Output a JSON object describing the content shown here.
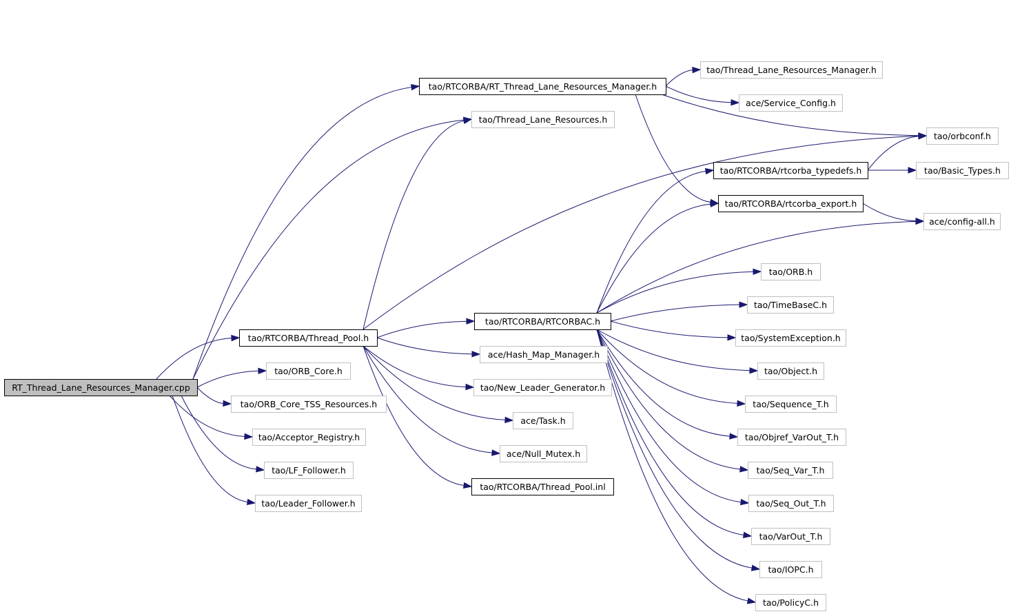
{
  "colors": {
    "edge": "#191970",
    "root_fill": "#bfbfbf",
    "root_border": "#000000",
    "documented_border": "#000000",
    "undocumented_border": "#bfbfbf",
    "node_fill": "#ffffff"
  },
  "nodes": [
    {
      "id": "root",
      "label": "RT_Thread_Lane_Resources_Manager.cpp",
      "kind": "root"
    },
    {
      "id": "rtlrm",
      "label": "tao/RTCORBA/RT_Thread_Lane_Resources_Manager.h",
      "kind": "documented"
    },
    {
      "id": "tlrm",
      "label": "tao/Thread_Lane_Resources_Manager.h",
      "kind": "external"
    },
    {
      "id": "svccfg",
      "label": "ace/Service_Config.h",
      "kind": "external"
    },
    {
      "id": "tlr",
      "label": "tao/Thread_Lane_Resources.h",
      "kind": "external"
    },
    {
      "id": "orbconf",
      "label": "tao/orbconf.h",
      "kind": "external"
    },
    {
      "id": "typedefs",
      "label": "tao/RTCORBA/rtcorba_typedefs.h",
      "kind": "documented"
    },
    {
      "id": "basic",
      "label": "tao/Basic_Types.h",
      "kind": "external"
    },
    {
      "id": "export",
      "label": "tao/RTCORBA/rtcorba_export.h",
      "kind": "documented"
    },
    {
      "id": "configall",
      "label": "ace/config-all.h",
      "kind": "external"
    },
    {
      "id": "orb",
      "label": "tao/ORB.h",
      "kind": "external"
    },
    {
      "id": "timebase",
      "label": "tao/TimeBaseC.h",
      "kind": "external"
    },
    {
      "id": "rtcorbac",
      "label": "tao/RTCORBA/RTCORBAC.h",
      "kind": "documented"
    },
    {
      "id": "threadpool",
      "label": "tao/RTCORBA/Thread_Pool.h",
      "kind": "documented"
    },
    {
      "id": "sysexc",
      "label": "tao/SystemException.h",
      "kind": "external"
    },
    {
      "id": "hashmap",
      "label": "ace/Hash_Map_Manager.h",
      "kind": "external"
    },
    {
      "id": "object",
      "label": "tao/Object.h",
      "kind": "external"
    },
    {
      "id": "orbcore",
      "label": "tao/ORB_Core.h",
      "kind": "external"
    },
    {
      "id": "newleader",
      "label": "tao/New_Leader_Generator.h",
      "kind": "external"
    },
    {
      "id": "seqT",
      "label": "tao/Sequence_T.h",
      "kind": "external"
    },
    {
      "id": "tss",
      "label": "tao/ORB_Core_TSS_Resources.h",
      "kind": "external"
    },
    {
      "id": "task",
      "label": "ace/Task.h",
      "kind": "external"
    },
    {
      "id": "objref",
      "label": "tao/Objref_VarOut_T.h",
      "kind": "external"
    },
    {
      "id": "acceptor",
      "label": "tao/Acceptor_Registry.h",
      "kind": "external"
    },
    {
      "id": "nullmutex",
      "label": "ace/Null_Mutex.h",
      "kind": "external"
    },
    {
      "id": "seqvar",
      "label": "tao/Seq_Var_T.h",
      "kind": "external"
    },
    {
      "id": "lffollower",
      "label": "tao/LF_Follower.h",
      "kind": "external"
    },
    {
      "id": "tpinl",
      "label": "tao/RTCORBA/Thread_Pool.inl",
      "kind": "documented"
    },
    {
      "id": "seqout",
      "label": "tao/Seq_Out_T.h",
      "kind": "external"
    },
    {
      "id": "leaderfollower",
      "label": "tao/Leader_Follower.h",
      "kind": "external"
    },
    {
      "id": "varout",
      "label": "tao/VarOut_T.h",
      "kind": "external"
    },
    {
      "id": "iopc",
      "label": "tao/IOPC.h",
      "kind": "external"
    },
    {
      "id": "policyc",
      "label": "tao/PolicyC.h",
      "kind": "external"
    }
  ],
  "edges": [
    {
      "from": "root",
      "to": "rtlrm"
    },
    {
      "from": "root",
      "to": "tlr"
    },
    {
      "from": "root",
      "to": "threadpool"
    },
    {
      "from": "root",
      "to": "orbcore"
    },
    {
      "from": "root",
      "to": "tss"
    },
    {
      "from": "root",
      "to": "acceptor"
    },
    {
      "from": "root",
      "to": "lffollower"
    },
    {
      "from": "root",
      "to": "leaderfollower"
    },
    {
      "from": "rtlrm",
      "to": "tlrm"
    },
    {
      "from": "rtlrm",
      "to": "svccfg"
    },
    {
      "from": "rtlrm",
      "to": "orbconf"
    },
    {
      "from": "rtlrm",
      "to": "export"
    },
    {
      "from": "threadpool",
      "to": "tlr"
    },
    {
      "from": "threadpool",
      "to": "orbconf"
    },
    {
      "from": "threadpool",
      "to": "rtcorbac"
    },
    {
      "from": "threadpool",
      "to": "hashmap"
    },
    {
      "from": "threadpool",
      "to": "newleader"
    },
    {
      "from": "threadpool",
      "to": "task"
    },
    {
      "from": "threadpool",
      "to": "nullmutex"
    },
    {
      "from": "threadpool",
      "to": "tpinl"
    },
    {
      "from": "typedefs",
      "to": "orbconf"
    },
    {
      "from": "typedefs",
      "to": "basic"
    },
    {
      "from": "export",
      "to": "configall"
    },
    {
      "from": "rtcorbac",
      "to": "typedefs"
    },
    {
      "from": "rtcorbac",
      "to": "export"
    },
    {
      "from": "rtcorbac",
      "to": "configall"
    },
    {
      "from": "rtcorbac",
      "to": "orb"
    },
    {
      "from": "rtcorbac",
      "to": "timebase"
    },
    {
      "from": "rtcorbac",
      "to": "sysexc"
    },
    {
      "from": "rtcorbac",
      "to": "object"
    },
    {
      "from": "rtcorbac",
      "to": "seqT"
    },
    {
      "from": "rtcorbac",
      "to": "objref"
    },
    {
      "from": "rtcorbac",
      "to": "seqvar"
    },
    {
      "from": "rtcorbac",
      "to": "seqout"
    },
    {
      "from": "rtcorbac",
      "to": "varout"
    },
    {
      "from": "rtcorbac",
      "to": "iopc"
    },
    {
      "from": "rtcorbac",
      "to": "policyc"
    }
  ]
}
